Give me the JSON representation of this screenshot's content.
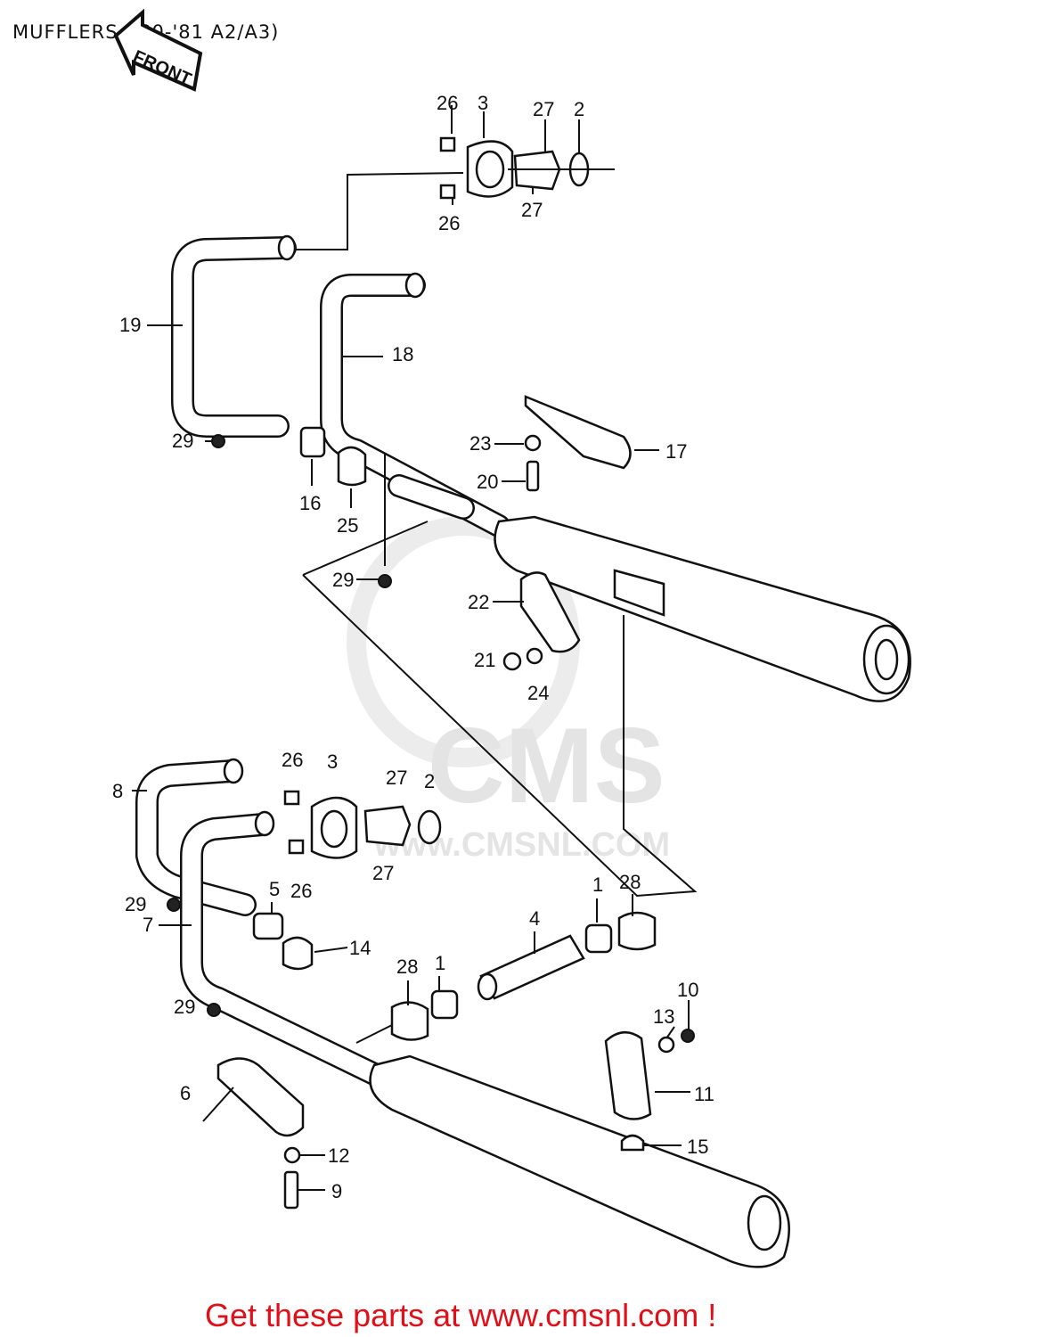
{
  "title": "MUFFLERS ('80-'81 A2/A3)",
  "front_label": "FRONT",
  "footer": "Get these parts at www.cmsnl.com !",
  "watermark": {
    "logo": "CMS",
    "url": "www.CMSNL.COM"
  },
  "callouts": {
    "c26a": "26",
    "c3a": "3",
    "c27a": "27",
    "c2a": "2",
    "c27b": "27",
    "c26b": "26",
    "c19": "19",
    "c18": "18",
    "c17": "17",
    "c23": "23",
    "c20": "20",
    "c29a": "29",
    "c16": "16",
    "c25": "25",
    "c29b": "29",
    "c22": "22",
    "c21": "21",
    "c24": "24",
    "c26c": "26",
    "c3b": "3",
    "c27c": "27",
    "c2b": "2",
    "c8": "8",
    "c27d": "27",
    "c5": "5",
    "c26d": "26",
    "c1a": "1",
    "c28a": "28",
    "c29c": "29",
    "c7": "7",
    "c4": "4",
    "c14": "14",
    "c28b": "28",
    "c1b": "1",
    "c10": "10",
    "c29d": "29",
    "c13": "13",
    "c6": "6",
    "c11": "11",
    "c15": "15",
    "c12": "12",
    "c9": "9"
  }
}
